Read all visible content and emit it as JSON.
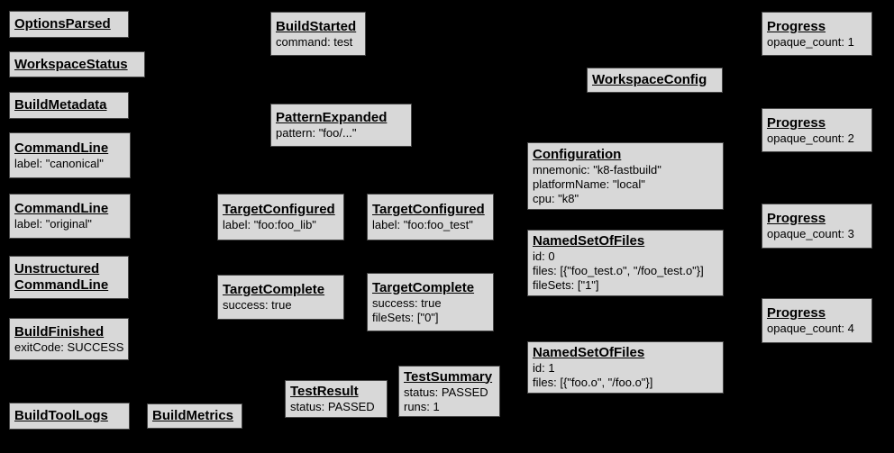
{
  "diagram": {
    "description": "Build event protocol event graph",
    "background_color": "#000000",
    "node_fill_color": "#d8d8d8",
    "node_border_color": "#474747",
    "node_text_color": "#000000"
  },
  "boxes": [
    {
      "title_lines": [
        "OptionsParsed"
      ],
      "lines": []
    },
    {
      "title_lines": [
        "WorkspaceStatus"
      ],
      "lines": []
    },
    {
      "title_lines": [
        "BuildMetadata"
      ],
      "lines": []
    },
    {
      "title_lines": [
        "CommandLine"
      ],
      "lines": [
        "label: \"canonical\""
      ]
    },
    {
      "title_lines": [
        "CommandLine"
      ],
      "lines": [
        "label: \"original\""
      ]
    },
    {
      "title_lines": [
        "Unstructured",
        "CommandLine"
      ],
      "lines": []
    },
    {
      "title_lines": [
        "BuildFinished"
      ],
      "lines": [
        "exitCode: SUCCESS"
      ]
    },
    {
      "title_lines": [
        "BuildToolLogs"
      ],
      "lines": []
    },
    {
      "title_lines": [
        "BuildMetrics"
      ],
      "lines": []
    },
    {
      "title_lines": [
        "BuildStarted"
      ],
      "lines": [
        "command: test"
      ]
    },
    {
      "title_lines": [
        "PatternExpanded"
      ],
      "lines": [
        "pattern: \"foo/...\""
      ]
    },
    {
      "title_lines": [
        "TargetConfigured"
      ],
      "lines": [
        "label: \"foo:foo_lib\""
      ]
    },
    {
      "title_lines": [
        "TargetConfigured"
      ],
      "lines": [
        "label: \"foo:foo_test\""
      ]
    },
    {
      "title_lines": [
        "TargetComplete"
      ],
      "lines": [
        "success: true"
      ]
    },
    {
      "title_lines": [
        "TargetComplete"
      ],
      "lines": [
        "success: true",
        "fileSets: [\"0\"]"
      ]
    },
    {
      "title_lines": [
        "TestResult"
      ],
      "lines": [
        "status: PASSED"
      ]
    },
    {
      "title_lines": [
        "TestSummary"
      ],
      "lines": [
        "status: PASSED",
        "runs: 1"
      ]
    },
    {
      "title_lines": [
        "WorkspaceConfig"
      ],
      "lines": []
    },
    {
      "title_lines": [
        "Configuration"
      ],
      "lines": [
        "mnemonic: \"k8-fastbuild\"",
        "platformName: \"local\"",
        "cpu: \"k8\""
      ]
    },
    {
      "title_lines": [
        "NamedSetOfFiles"
      ],
      "lines": [
        "id: 0",
        "files: [{\"foo_test.o\", \"/foo_test.o\"}]",
        "fileSets: [\"1\"]"
      ]
    },
    {
      "title_lines": [
        "NamedSetOfFiles"
      ],
      "lines": [
        "id: 1",
        "files: [{\"foo.o\", \"/foo.o\"}]"
      ]
    },
    {
      "title_lines": [
        "Progress"
      ],
      "lines": [
        "opaque_count: 1"
      ]
    },
    {
      "title_lines": [
        "Progress"
      ],
      "lines": [
        "opaque_count: 2"
      ]
    },
    {
      "title_lines": [
        "Progress"
      ],
      "lines": [
        "opaque_count: 3"
      ]
    },
    {
      "title_lines": [
        "Progress"
      ],
      "lines": [
        "opaque_count: 4"
      ]
    }
  ]
}
